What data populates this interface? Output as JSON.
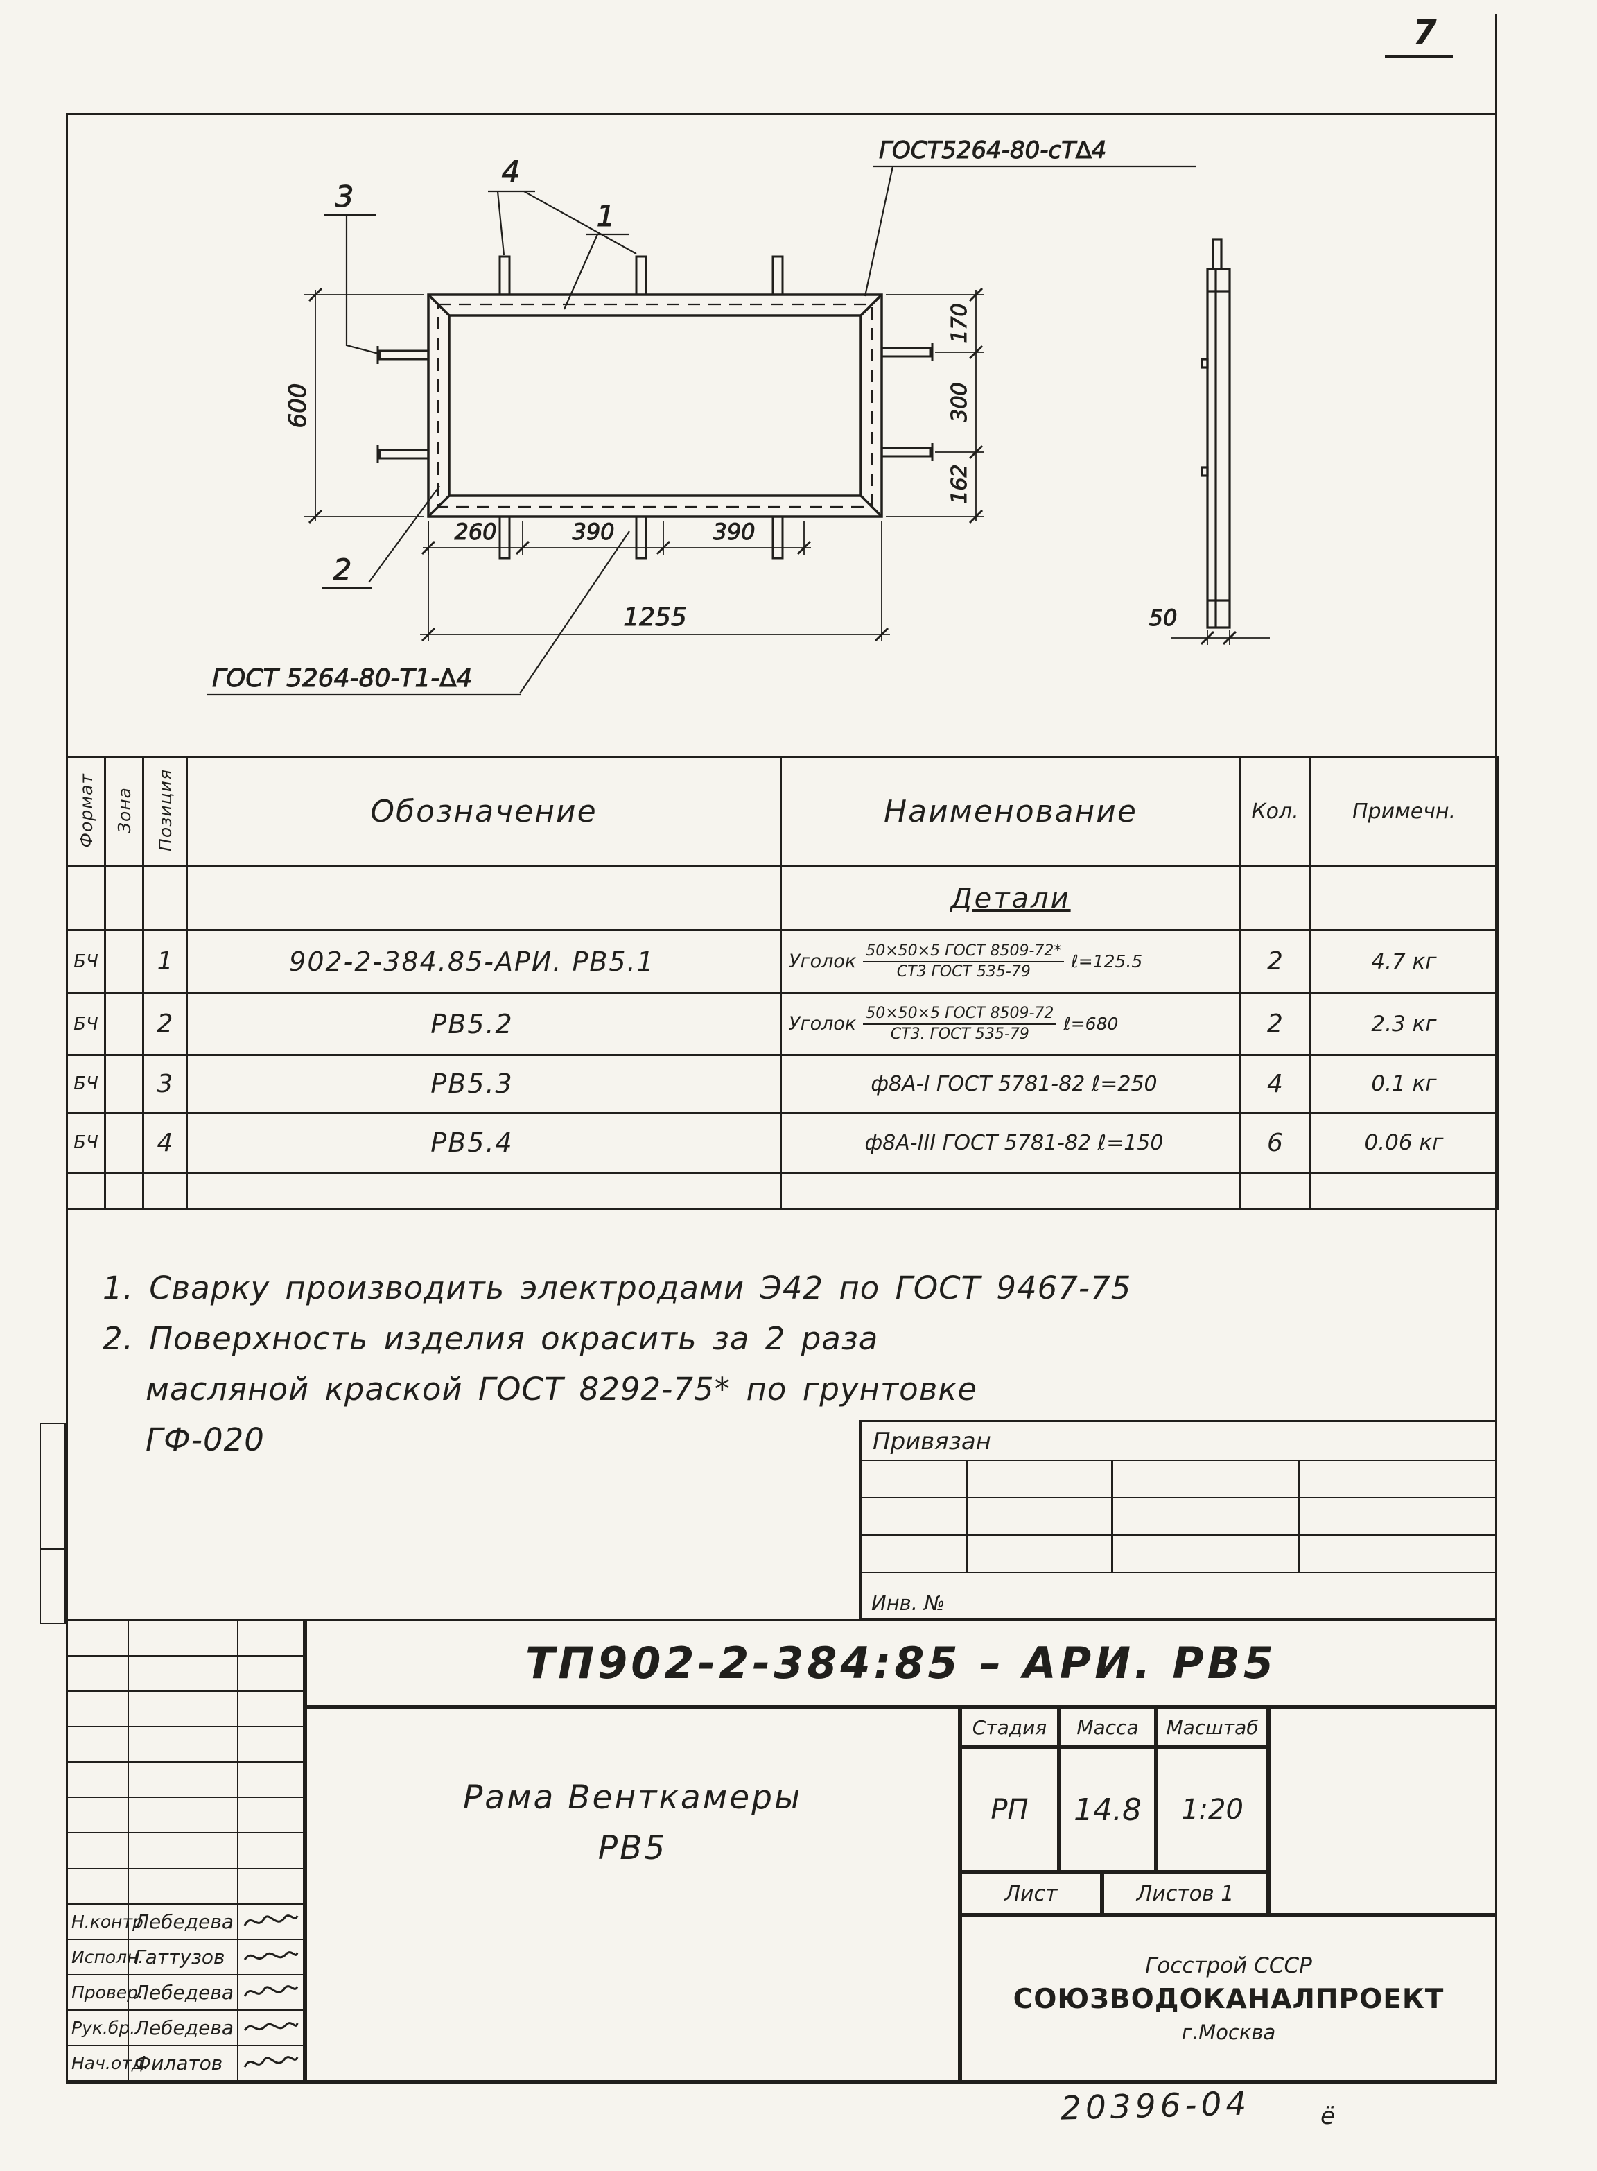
{
  "page": {
    "number": "7",
    "bottom_stamp": "20396-04",
    "bottom_stamp_mark": "ё"
  },
  "drawing": {
    "weld_label_top": "ГОСТ5264-80-сТ∆4",
    "weld_label_bottom": "ГОСТ 5264-80-Т1-∆4",
    "callout_1": "1",
    "callout_2": "2",
    "callout_3": "3",
    "callout_4": "4",
    "dim_height": "600",
    "dim_b1": "260",
    "dim_b2": "390",
    "dim_b3": "390",
    "dim_overall": "1255",
    "dim_r1": "170",
    "dim_r2": "300",
    "dim_r3": "162",
    "dim_side": "50"
  },
  "spec": {
    "col_format": "Формат",
    "col_zone": "Зона",
    "col_pos": "Позиция",
    "col_designation": "Обозначение",
    "col_name": "Наименование",
    "col_qty": "Кол.",
    "col_note": "Примечн.",
    "section": "Детали",
    "rows": [
      {
        "format": "БЧ",
        "pos": "1",
        "designation": "902-2-384.85-АРИ. РВ5.1",
        "prefix": "Уголок",
        "frac_top": "50×50×5 ГОСТ 8509-72*",
        "frac_bot": "СТ3  ГОСТ 535-79",
        "len": "ℓ=125.5",
        "qty": "2",
        "note": "4.7 кг"
      },
      {
        "format": "БЧ",
        "pos": "2",
        "designation": "РВ5.2",
        "prefix": "Уголок",
        "frac_top": "50×50×5 ГОСТ 8509-72",
        "frac_bot": "СТ3. ГОСТ 535-79",
        "len": "ℓ=680",
        "qty": "2",
        "note": "2.3 кг"
      },
      {
        "format": "БЧ",
        "pos": "3",
        "designation": "РВ5.3",
        "name": "ф8А-I  ГОСТ 5781-82  ℓ=250",
        "qty": "4",
        "note": "0.1 кг"
      },
      {
        "format": "БЧ",
        "pos": "4",
        "designation": "РВ5.4",
        "name": "ф8А-III  ГОСТ 5781-82  ℓ=150",
        "qty": "6",
        "note": "0.06 кг"
      }
    ]
  },
  "notes": {
    "line1": "1. Сварку производить электродами Э42 по ГОСТ 9467-75",
    "line2": "2. Поверхность изделия окрасить за 2 раза",
    "line3": "масляной краской ГОСТ 8292-75* по грунтовке",
    "line4": "ГФ-020"
  },
  "titleblock": {
    "attached": "Привязан",
    "inv": "Инв. №",
    "designation": "ТП902-2-384:85 – АРИ. РВ5",
    "doc_title_1": "Рама Венткамеры",
    "doc_title_2": "РВ5",
    "stage_label": "Стадия",
    "mass_label": "Масса",
    "scale_label": "Масштаб",
    "stage": "РП",
    "mass": "14.8",
    "scale": "1:20",
    "sheet_label": "Лист",
    "sheets_label": "Листов 1",
    "org_line1": "Госстрой СССР",
    "org_line2": "СОЮЗВОДОКАНАЛПРОЕКТ",
    "org_line3": "г.Москва",
    "sig_rows": [
      {
        "role": "Н.контр.",
        "name": "Лебедева"
      },
      {
        "role": "Исполн.",
        "name": "Гаттузов"
      },
      {
        "role": "Провер.",
        "name": "Лебедева"
      },
      {
        "role": "Рук.бр.",
        "name": "Лебедева"
      },
      {
        "role": "Нач.отд.",
        "name": "Филатов"
      }
    ]
  }
}
